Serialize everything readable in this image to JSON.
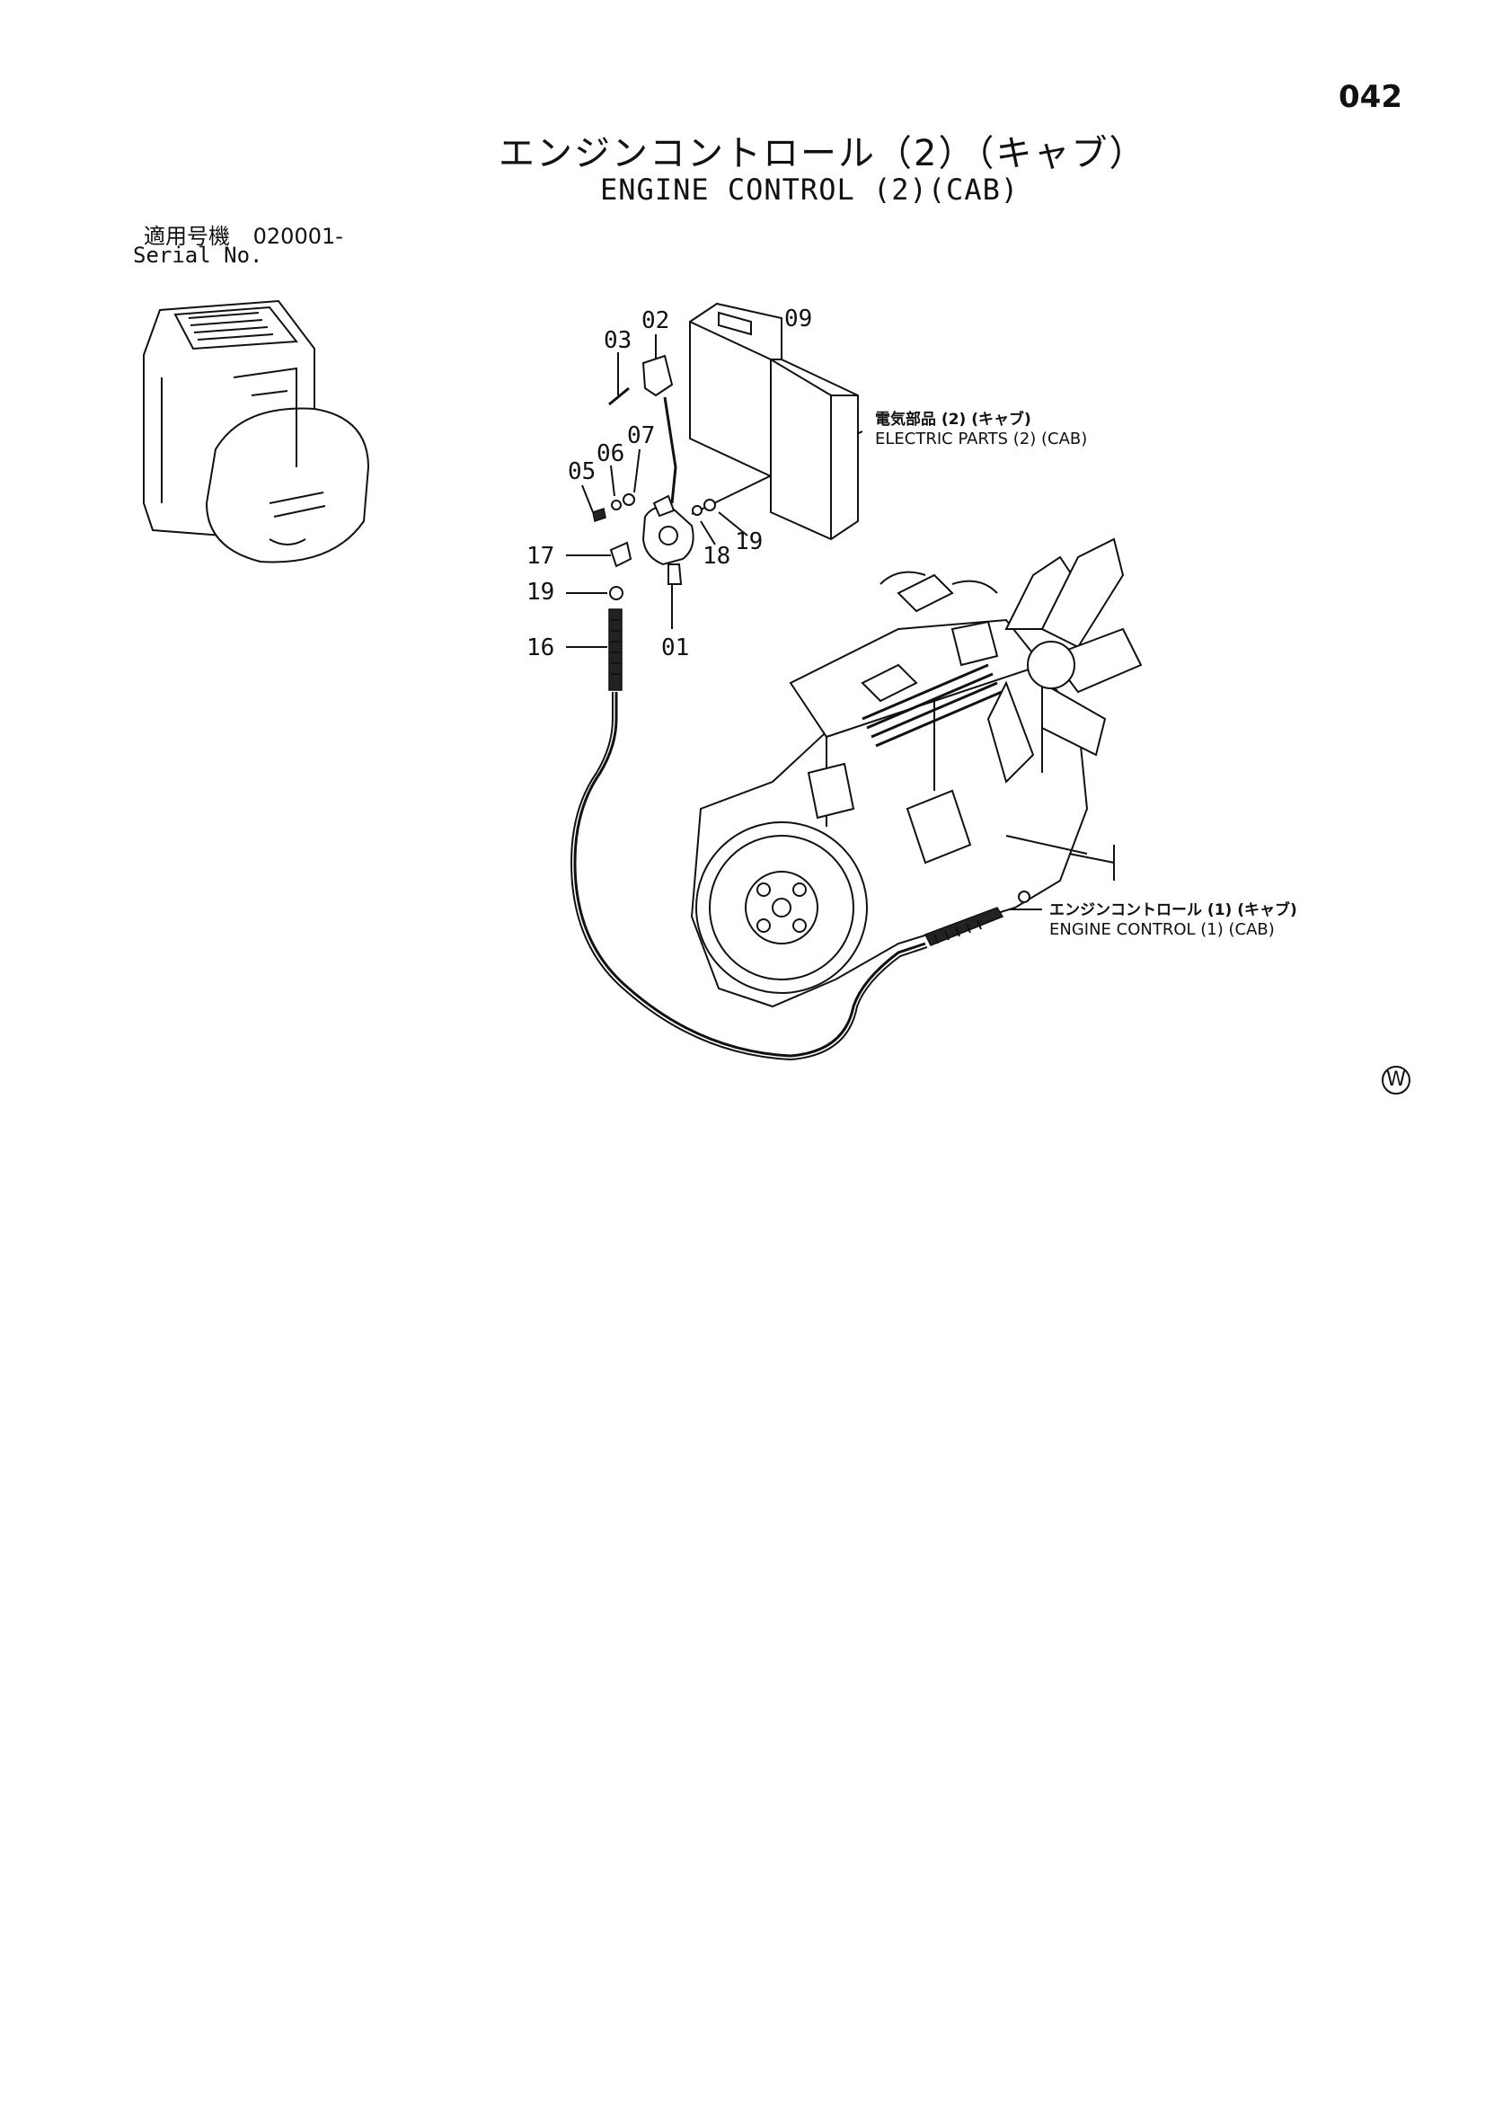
{
  "page_number": "042",
  "title_jp": "エンジンコントロール（2）（キャブ）",
  "title_en": "ENGINE CONTROL (2)(CAB)",
  "serial": {
    "label_jp": "適用号機",
    "number": "020001-",
    "label_en": "Serial No."
  },
  "references": [
    {
      "jp": "電気部品 (2) (キャブ)",
      "en": "ELECTRIC PARTS (2) (CAB)"
    },
    {
      "jp": "エンジンコントロール (1) (キャブ)",
      "en": "ENGINE CONTROL (1) (CAB)"
    }
  ],
  "callouts": {
    "c01": "01",
    "c02": "02",
    "c03": "03",
    "c05": "05",
    "c06": "06",
    "c07": "07",
    "c09": "09",
    "c16": "16",
    "c17": "17",
    "c18": "18",
    "c19a": "19",
    "c19b": "19"
  },
  "corner_mark": "W"
}
